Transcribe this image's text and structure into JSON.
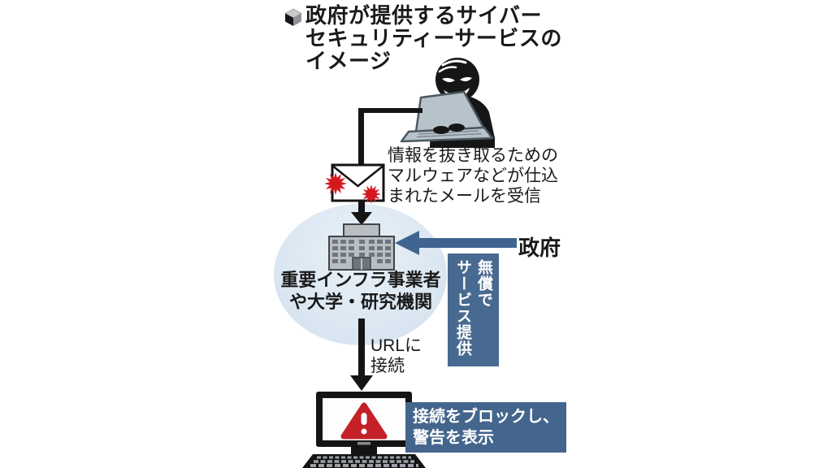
{
  "title": {
    "icon": "cube-3d",
    "lines": [
      "政府が提供するサイバー",
      "セキュリティーサービスの",
      "イメージ"
    ]
  },
  "attacker": {
    "icon": "hacker-at-laptop"
  },
  "email": {
    "icon": "envelope-with-malware",
    "note_lines": [
      "情報を抜き取るための",
      "マルウェアなどが仕込",
      "まれたメールを受信"
    ]
  },
  "recipient": {
    "icon": "office-building",
    "label_lines": [
      "重要インフラ事業者",
      "や大学・研究機関"
    ]
  },
  "government": {
    "label": "政府",
    "service_note_columns": [
      "無償で",
      "サービス提供"
    ]
  },
  "url_connection": {
    "label_lines": [
      "URLに",
      "接続"
    ]
  },
  "blocking": {
    "icon": "computer-warning",
    "label_lines": [
      "接続をブロックし、",
      "警告を表示"
    ]
  },
  "colors": {
    "accent_blue_arrow": "#3f6490",
    "service_box_blue": "#486a90",
    "result_box_blue": "#44658c",
    "alert_red": "#d6181e",
    "warning_triangle_red": "#c32127",
    "highlight_ellipse_blue": "#dbe7f2",
    "text_black": "#1a1a1a",
    "background": "#ffffff"
  }
}
